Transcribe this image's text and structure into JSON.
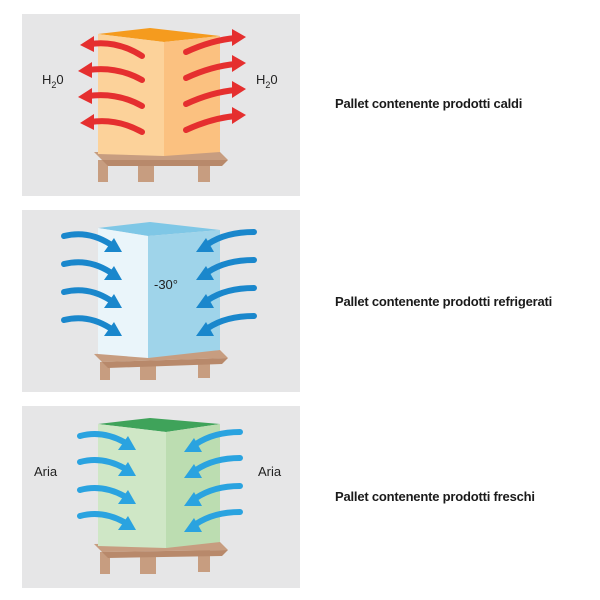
{
  "panels": [
    {
      "caption": "Pallet contenente prodotti caldi",
      "label_left_main": "H",
      "label_left_sub": "2",
      "label_left_end": "0",
      "label_right_main": "H",
      "label_right_sub": "2",
      "label_right_end": "0",
      "arrow_color": "#e52f2f",
      "arrow_direction": "outward",
      "box_front": "#fcd29a",
      "box_side": "#fbc180",
      "box_top": "#f59b1e"
    },
    {
      "caption": "Pallet contenente prodotti refrigerati",
      "inner_label": "-30°",
      "arrow_color": "#1a87cc",
      "arrow_direction": "inward",
      "box_front": "#eaf5fa",
      "box_side": "#9fd4ea",
      "box_top": "#7fc7e6"
    },
    {
      "caption": "Pallet contenente prodotti freschi",
      "label_left": "Aria",
      "label_right": "Aria",
      "arrow_color": "#2aa3e0",
      "arrow_direction": "inward",
      "box_front": "#cfe7c6",
      "box_side": "#bcddb1",
      "box_top": "#3fa35a"
    }
  ],
  "pallet_wood_color": "#c79d80",
  "panel_background": "#e6e6e7"
}
